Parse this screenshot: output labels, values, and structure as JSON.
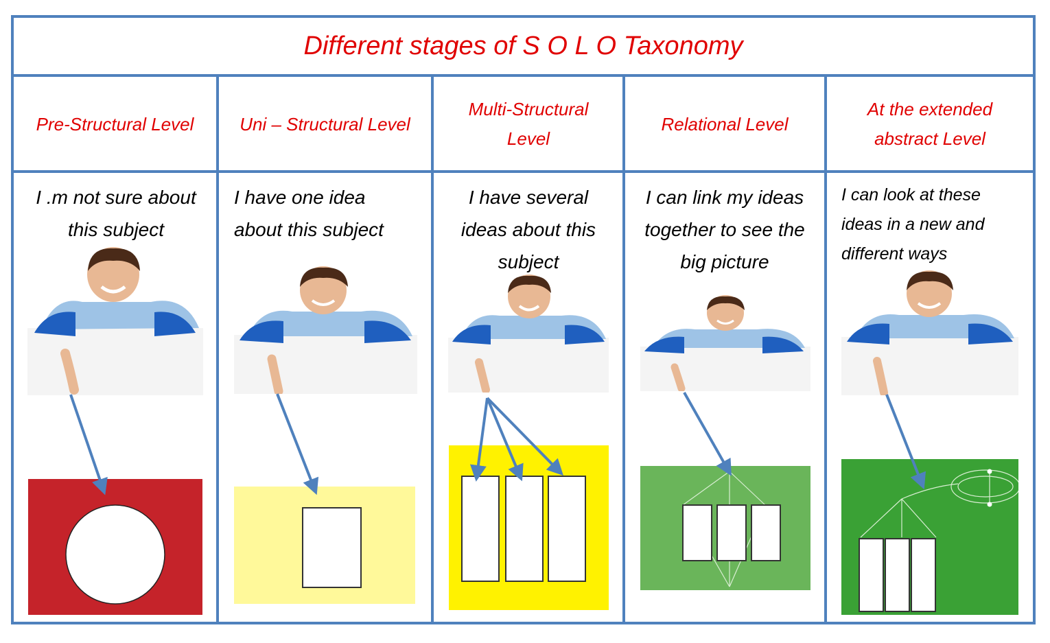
{
  "title": "Different stages of S O L O Taxonomy",
  "levels": [
    {
      "heading": "Pre-Structural Level",
      "description": "I .m not sure about this subject",
      "fill_color": "#c5232a"
    },
    {
      "heading": "Uni – Structural Level",
      "description": "I have one idea about this subject",
      "fill_color": "#fff99a"
    },
    {
      "heading": "Multi-Structural Level",
      "description": "I have several ideas about this subject",
      "fill_color": "#fff200"
    },
    {
      "heading": "Relational Level",
      "description": "I can link my ideas together to see the big picture",
      "fill_color": "#6ab55a"
    },
    {
      "heading": "At the extended abstract Level",
      "description": "I can look at these ideas in a new and different ways",
      "fill_color": "#3aa135"
    }
  ],
  "colors": {
    "border": "#4f81bd",
    "heading_text": "#e00000",
    "arrow": "#4f81bd"
  },
  "icons": [
    "child-pointing-illustration",
    "arrow-down",
    "circle-shape",
    "rectangle-shape"
  ]
}
